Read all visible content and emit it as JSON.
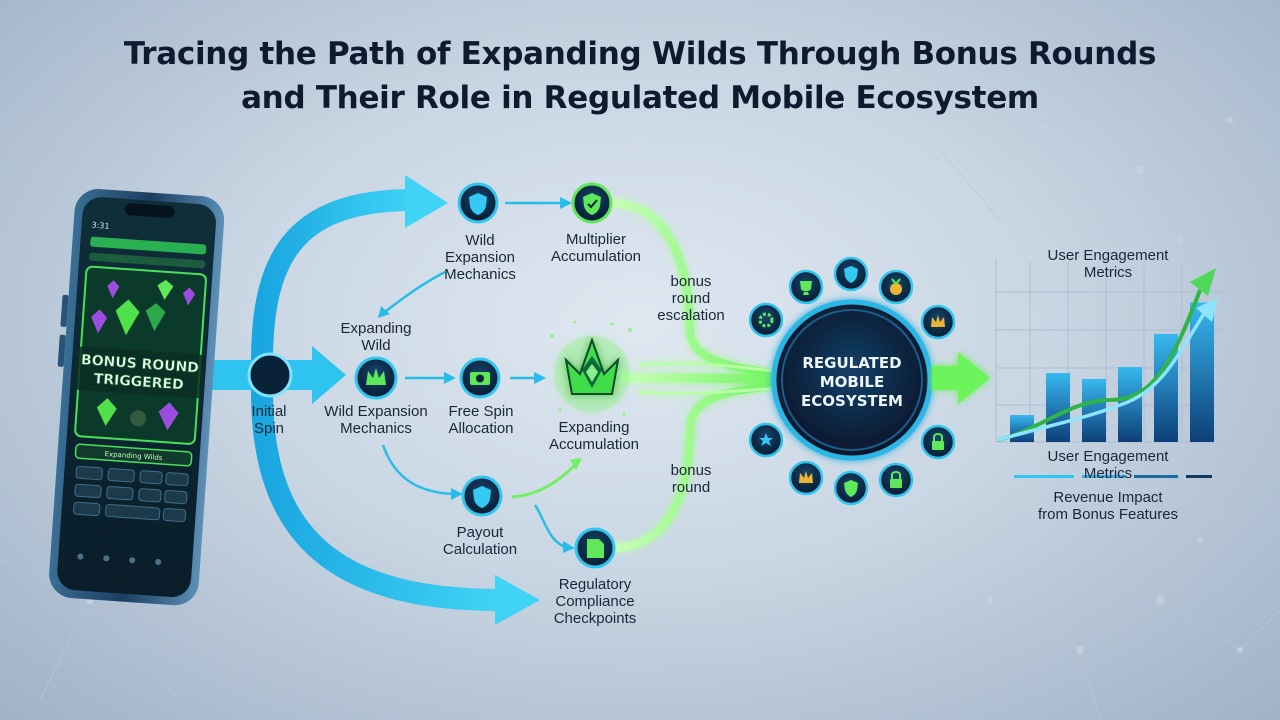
{
  "title": {
    "line1": "Tracing the Path of Expanding Wilds Through Bonus Rounds",
    "line2": "and Their Role in Regulated Mobile Ecosystem"
  },
  "phone": {
    "status_time": "3:31",
    "banner": "BONUS ROUND TRIGGERED",
    "bottom_bar": "Expanding Wilds"
  },
  "labels": {
    "initial_spin": "Initial\nSpin",
    "expanding_wild": "Expanding\nWild",
    "wild_expansion_top": "Wild\nExpansion\nMechanics",
    "multiplier": "Multiplier\nAccumulation",
    "wild_expansion_mid": "Wild Expansion\nMechanics",
    "free_spin": "Free Spin\nAllocation",
    "expanding_accumulation": "Expanding\nAccumulation",
    "payout": "Payout\nCalculation",
    "regulatory": "Regulatory\nCompliance\nCheckpoints",
    "bonus_escalation": "bonus\nround\nescalation",
    "bonus_round": "bonus\nround"
  },
  "hub": {
    "label": "REGULATED\nMOBILE\nECOSYSTEM"
  },
  "metrics": {
    "chart_title": "User Engagement Metrics",
    "legend_title": "User Engagement Metrics",
    "caption": "Revenue Impact\nfrom Bonus Features",
    "bars": [
      0.18,
      0.46,
      0.42,
      0.5,
      0.72,
      0.93
    ]
  },
  "colors": {
    "cyan": "#1fb8ea",
    "green": "#5ff25a",
    "navy": "#0c2744",
    "hub": "#0a2038"
  },
  "icons": {
    "wild_top": "shield-icon",
    "multiplier": "shield-check-icon",
    "expanding_wild": "crown-icon",
    "free_spin": "camera-icon",
    "payout": "shield-icon",
    "regulatory": "document-icon",
    "hub_ring": [
      "trophy-icon",
      "shield-icon",
      "medal-icon",
      "crown-icon",
      "gear-icon",
      "lock-icon",
      "star-icon",
      "check-icon"
    ]
  }
}
